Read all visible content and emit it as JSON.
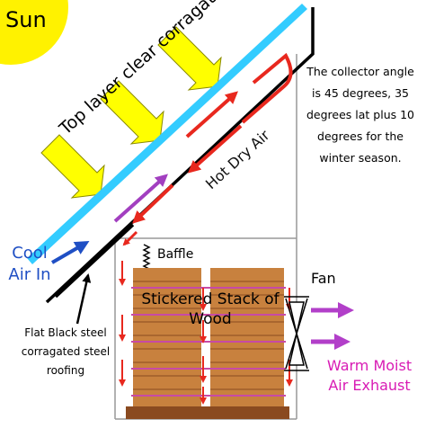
{
  "labels": {
    "sun": "Sun",
    "roofing": "Top layer clear corragated roofing",
    "hot_air": "Hot Dry Air",
    "angle_note": "The collector angle is 45 degrees, 35 degrees lat plus 10 degrees for the winter season.",
    "cool_air": "Cool Air In",
    "baffle": "Baffle",
    "fan": "Fan",
    "wood_stack": "Stickered Stack of Wood",
    "steel_roofing": "Flat Black steel corragated steel roofing",
    "exhaust": "Warm Moist Air Exhaust"
  },
  "colors": {
    "sun": "#fff200",
    "sun_rays": "#ffff00",
    "sun_ray_outline": "#8a8a00",
    "roof_glass": "#33ccff",
    "hot_air_arrow": "#e8281e",
    "warm_air_arrow": "#a23fc0",
    "cool_air_arrow": "#1f4fc4",
    "wood": "#c8813e",
    "wood_dark": "#8a4a20",
    "stickers": "#c74aa6",
    "exhaust": "#b23fc9",
    "building_outline": "#999999"
  },
  "icons": [
    "sun-icon",
    "sun-ray-arrow-icon",
    "fan-icon",
    "baffle-icon"
  ]
}
